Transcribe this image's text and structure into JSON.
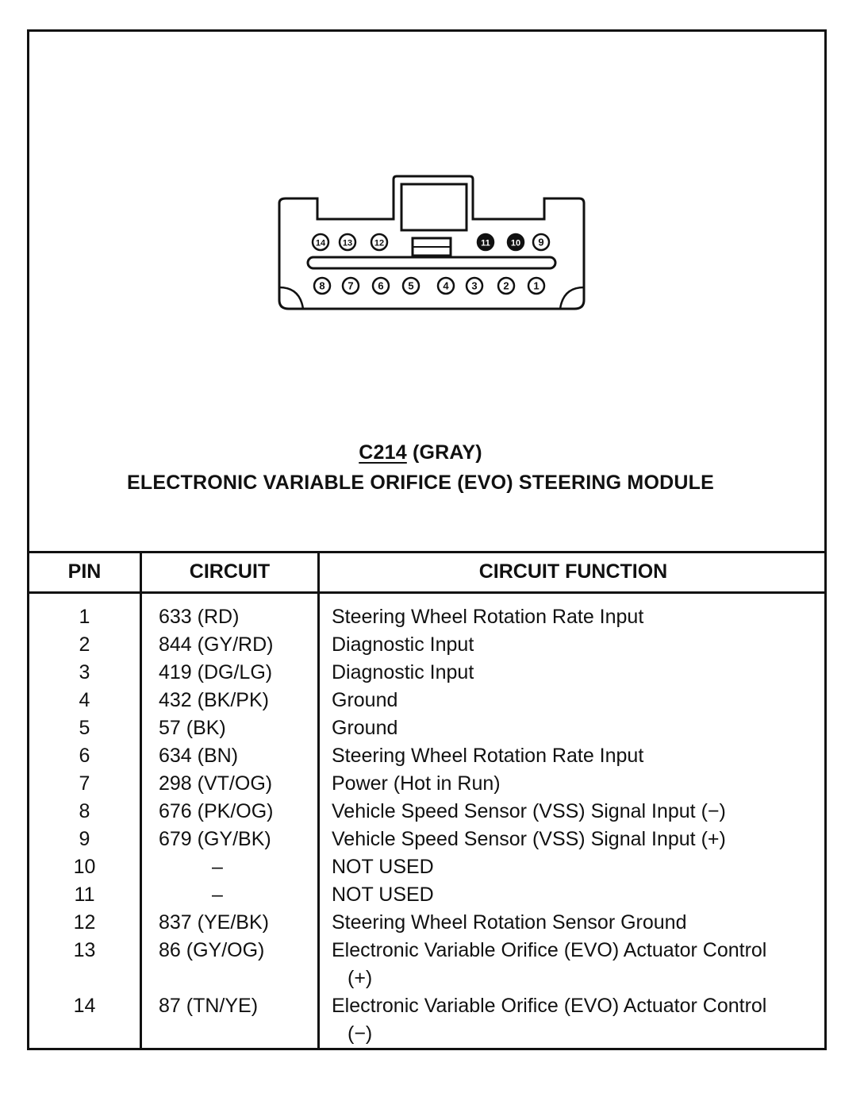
{
  "connector": {
    "id": "C214",
    "color_label": "(GRAY)",
    "module_name": "ELECTRONIC VARIABLE ORIFICE (EVO) STEERING MODULE",
    "top_pins": [
      "14",
      "13",
      "12",
      "11",
      "10",
      "9"
    ],
    "bottom_pins": [
      "8",
      "7",
      "6",
      "5",
      "4",
      "3",
      "2",
      "1"
    ],
    "filled_pins": [
      "11",
      "10"
    ]
  },
  "table": {
    "headers": {
      "pin": "PIN",
      "circuit": "CIRCUIT",
      "function": "CIRCUIT FUNCTION"
    },
    "rows": [
      {
        "pin": "1",
        "circuit": "633 (RD)",
        "function": "Steering Wheel Rotation Rate Input",
        "function_cont": ""
      },
      {
        "pin": "2",
        "circuit": "844 (GY/RD)",
        "function": "Diagnostic Input",
        "function_cont": ""
      },
      {
        "pin": "3",
        "circuit": "419 (DG/LG)",
        "function": "Diagnostic Input",
        "function_cont": ""
      },
      {
        "pin": "4",
        "circuit": "432 (BK/PK)",
        "function": "Ground",
        "function_cont": ""
      },
      {
        "pin": "5",
        "circuit": "57 (BK)",
        "function": "Ground",
        "function_cont": ""
      },
      {
        "pin": "6",
        "circuit": "634 (BN)",
        "function": "Steering Wheel Rotation Rate Input",
        "function_cont": ""
      },
      {
        "pin": "7",
        "circuit": "298 (VT/OG)",
        "function": "Power (Hot in Run)",
        "function_cont": ""
      },
      {
        "pin": "8",
        "circuit": "676 (PK/OG)",
        "function": "Vehicle Speed Sensor (VSS) Signal Input (−)",
        "function_cont": ""
      },
      {
        "pin": "9",
        "circuit": "679 (GY/BK)",
        "function": "Vehicle Speed Sensor (VSS) Signal Input (+)",
        "function_cont": ""
      },
      {
        "pin": "10",
        "circuit": "–",
        "function": "NOT USED",
        "function_cont": ""
      },
      {
        "pin": "11",
        "circuit": "–",
        "function": "NOT USED",
        "function_cont": ""
      },
      {
        "pin": "12",
        "circuit": "837 (YE/BK)",
        "function": "Steering Wheel Rotation Sensor Ground",
        "function_cont": ""
      },
      {
        "pin": "13",
        "circuit": "86 (GY/OG)",
        "function": "Electronic Variable Orifice (EVO) Actuator Control",
        "function_cont": "(+)"
      },
      {
        "pin": "14",
        "circuit": "87 (TN/YE)",
        "function": "Electronic Variable Orifice (EVO) Actuator Control",
        "function_cont": "(−)"
      }
    ]
  }
}
